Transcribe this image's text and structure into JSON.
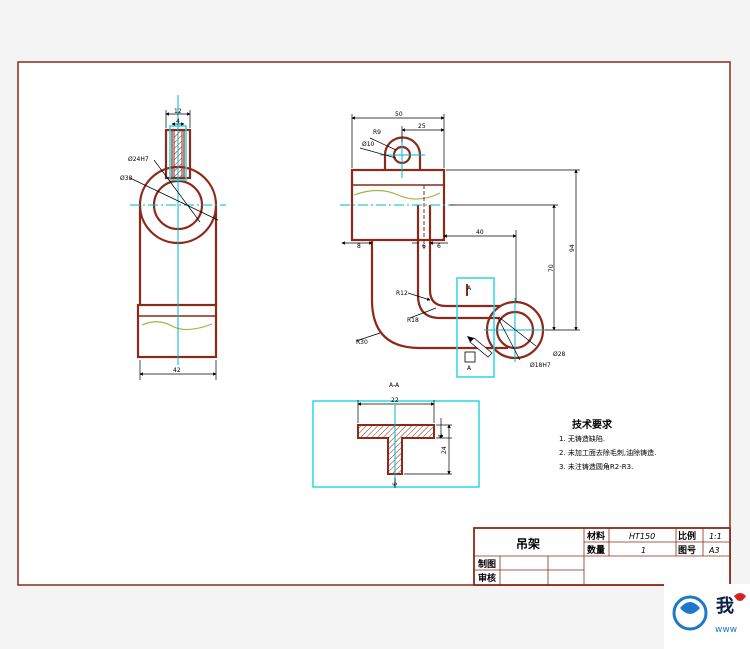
{
  "colors": {
    "background": "#f4f4f4",
    "sheet": "#ffffff",
    "frame": "#8b2a1a",
    "outline": "#8b2a1a",
    "center_line": "#00b8c8",
    "dim": "#000000",
    "hatch": "#8b2a1a",
    "casting_line": "#a8b040",
    "selection": "#28d8e0"
  },
  "left_view": {
    "dims": {
      "slot_width": "12",
      "slot_inner": "4",
      "hole": "Ø24H7",
      "boss": "Ø38",
      "width": "42"
    }
  },
  "front_view": {
    "dims": {
      "overall_width": "50",
      "lug_offset": "25",
      "lug_radius": "R9",
      "lug_hole": "Ø10",
      "wall_left": "8",
      "wall_mid_a": "6",
      "wall_mid_b": "6",
      "arm_offset": "40",
      "total_height": "94",
      "hole_height": "70",
      "inner_bend": "R12",
      "outer_bend": "R18",
      "big_bend": "R30",
      "boss_dia": "Ø28",
      "hole_dia": "Ø18H7",
      "section_mark_top": "A",
      "section_mark_bottom": "A"
    }
  },
  "section_view": {
    "title": "A-A",
    "dims": {
      "width": "22",
      "flange": "6",
      "height": "24",
      "web": "6"
    }
  },
  "tech_requirements": {
    "title": "技术要求",
    "items": [
      "1. 无铸造缺陷.",
      "2. 未加工面去除毛刺,油除铸造.",
      "3. 未注铸造圆角R2-R3."
    ]
  },
  "title_block": {
    "part_name": "吊架",
    "material_label": "材料",
    "material_value": "HT150",
    "scale_label": "比例",
    "scale_value": "1:1",
    "quantity_label": "数量",
    "quantity_value": "1",
    "drawing_no_label": "图号",
    "drawing_no_value": "A3",
    "drawn_label": "制图",
    "checked_label": "审核"
  },
  "watermark": {
    "text": "我",
    "subtext": "www"
  }
}
